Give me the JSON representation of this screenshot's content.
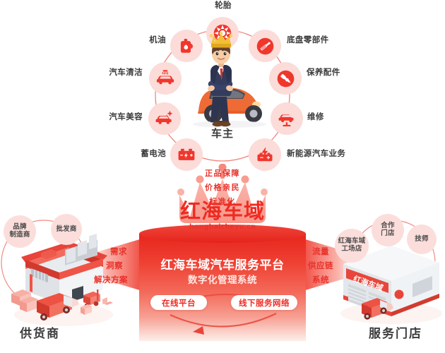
{
  "ring": {
    "center_label": "车主",
    "nodes": [
      {
        "label": "轮胎",
        "icon": "tire-icon",
        "side": "top"
      },
      {
        "label": "底盘零部件",
        "icon": "chassis-part-icon",
        "side": "right"
      },
      {
        "label": "保养配件",
        "icon": "spark-plug-icon",
        "side": "right"
      },
      {
        "label": "维修",
        "icon": "car-lift-icon",
        "side": "right"
      },
      {
        "label": "新能源汽车业务",
        "icon": "ev-battery-icon",
        "side": "right"
      },
      {
        "label": "蓄电池",
        "icon": "battery-icon",
        "side": "left"
      },
      {
        "label": "汽车美容",
        "icon": "car-polish-icon",
        "side": "left"
      },
      {
        "label": "汽车清洁",
        "icon": "car-wash-icon",
        "side": "left"
      },
      {
        "label": "机油",
        "icon": "oil-can-icon",
        "side": "left"
      }
    ]
  },
  "crown": {
    "lines": [
      "正品保障",
      "价格亲民",
      "标准化"
    ],
    "brand": "红海车域",
    "url": "honghaicheyu.cn"
  },
  "platform": {
    "title": "红海车域汽车服务平台",
    "subtitle": "数字化管理系统",
    "pills": [
      "在线平台",
      "线下服务网络"
    ]
  },
  "flows": {
    "left": [
      "需求",
      "洞察",
      "解决方案"
    ],
    "right": [
      "流量",
      "供应链",
      "系统"
    ]
  },
  "supplier": {
    "label": "供货商",
    "bubbles": [
      "品牌\n制造商",
      "批发商"
    ],
    "bubble_lines": [
      [
        "品牌",
        "制造商"
      ],
      [
        "批发商"
      ]
    ]
  },
  "store": {
    "label": "服务门店",
    "bubble_lines": [
      [
        "红海车域",
        "工场店"
      ],
      [
        "合作",
        "门店"
      ],
      [
        "技师"
      ]
    ],
    "sign_text": "红海车域"
  },
  "colors": {
    "brand_red": "#ef2b22",
    "deep_red": "#e5241c",
    "light_pink": "#fbdcd9",
    "text_dark": "#3b3b3b"
  }
}
